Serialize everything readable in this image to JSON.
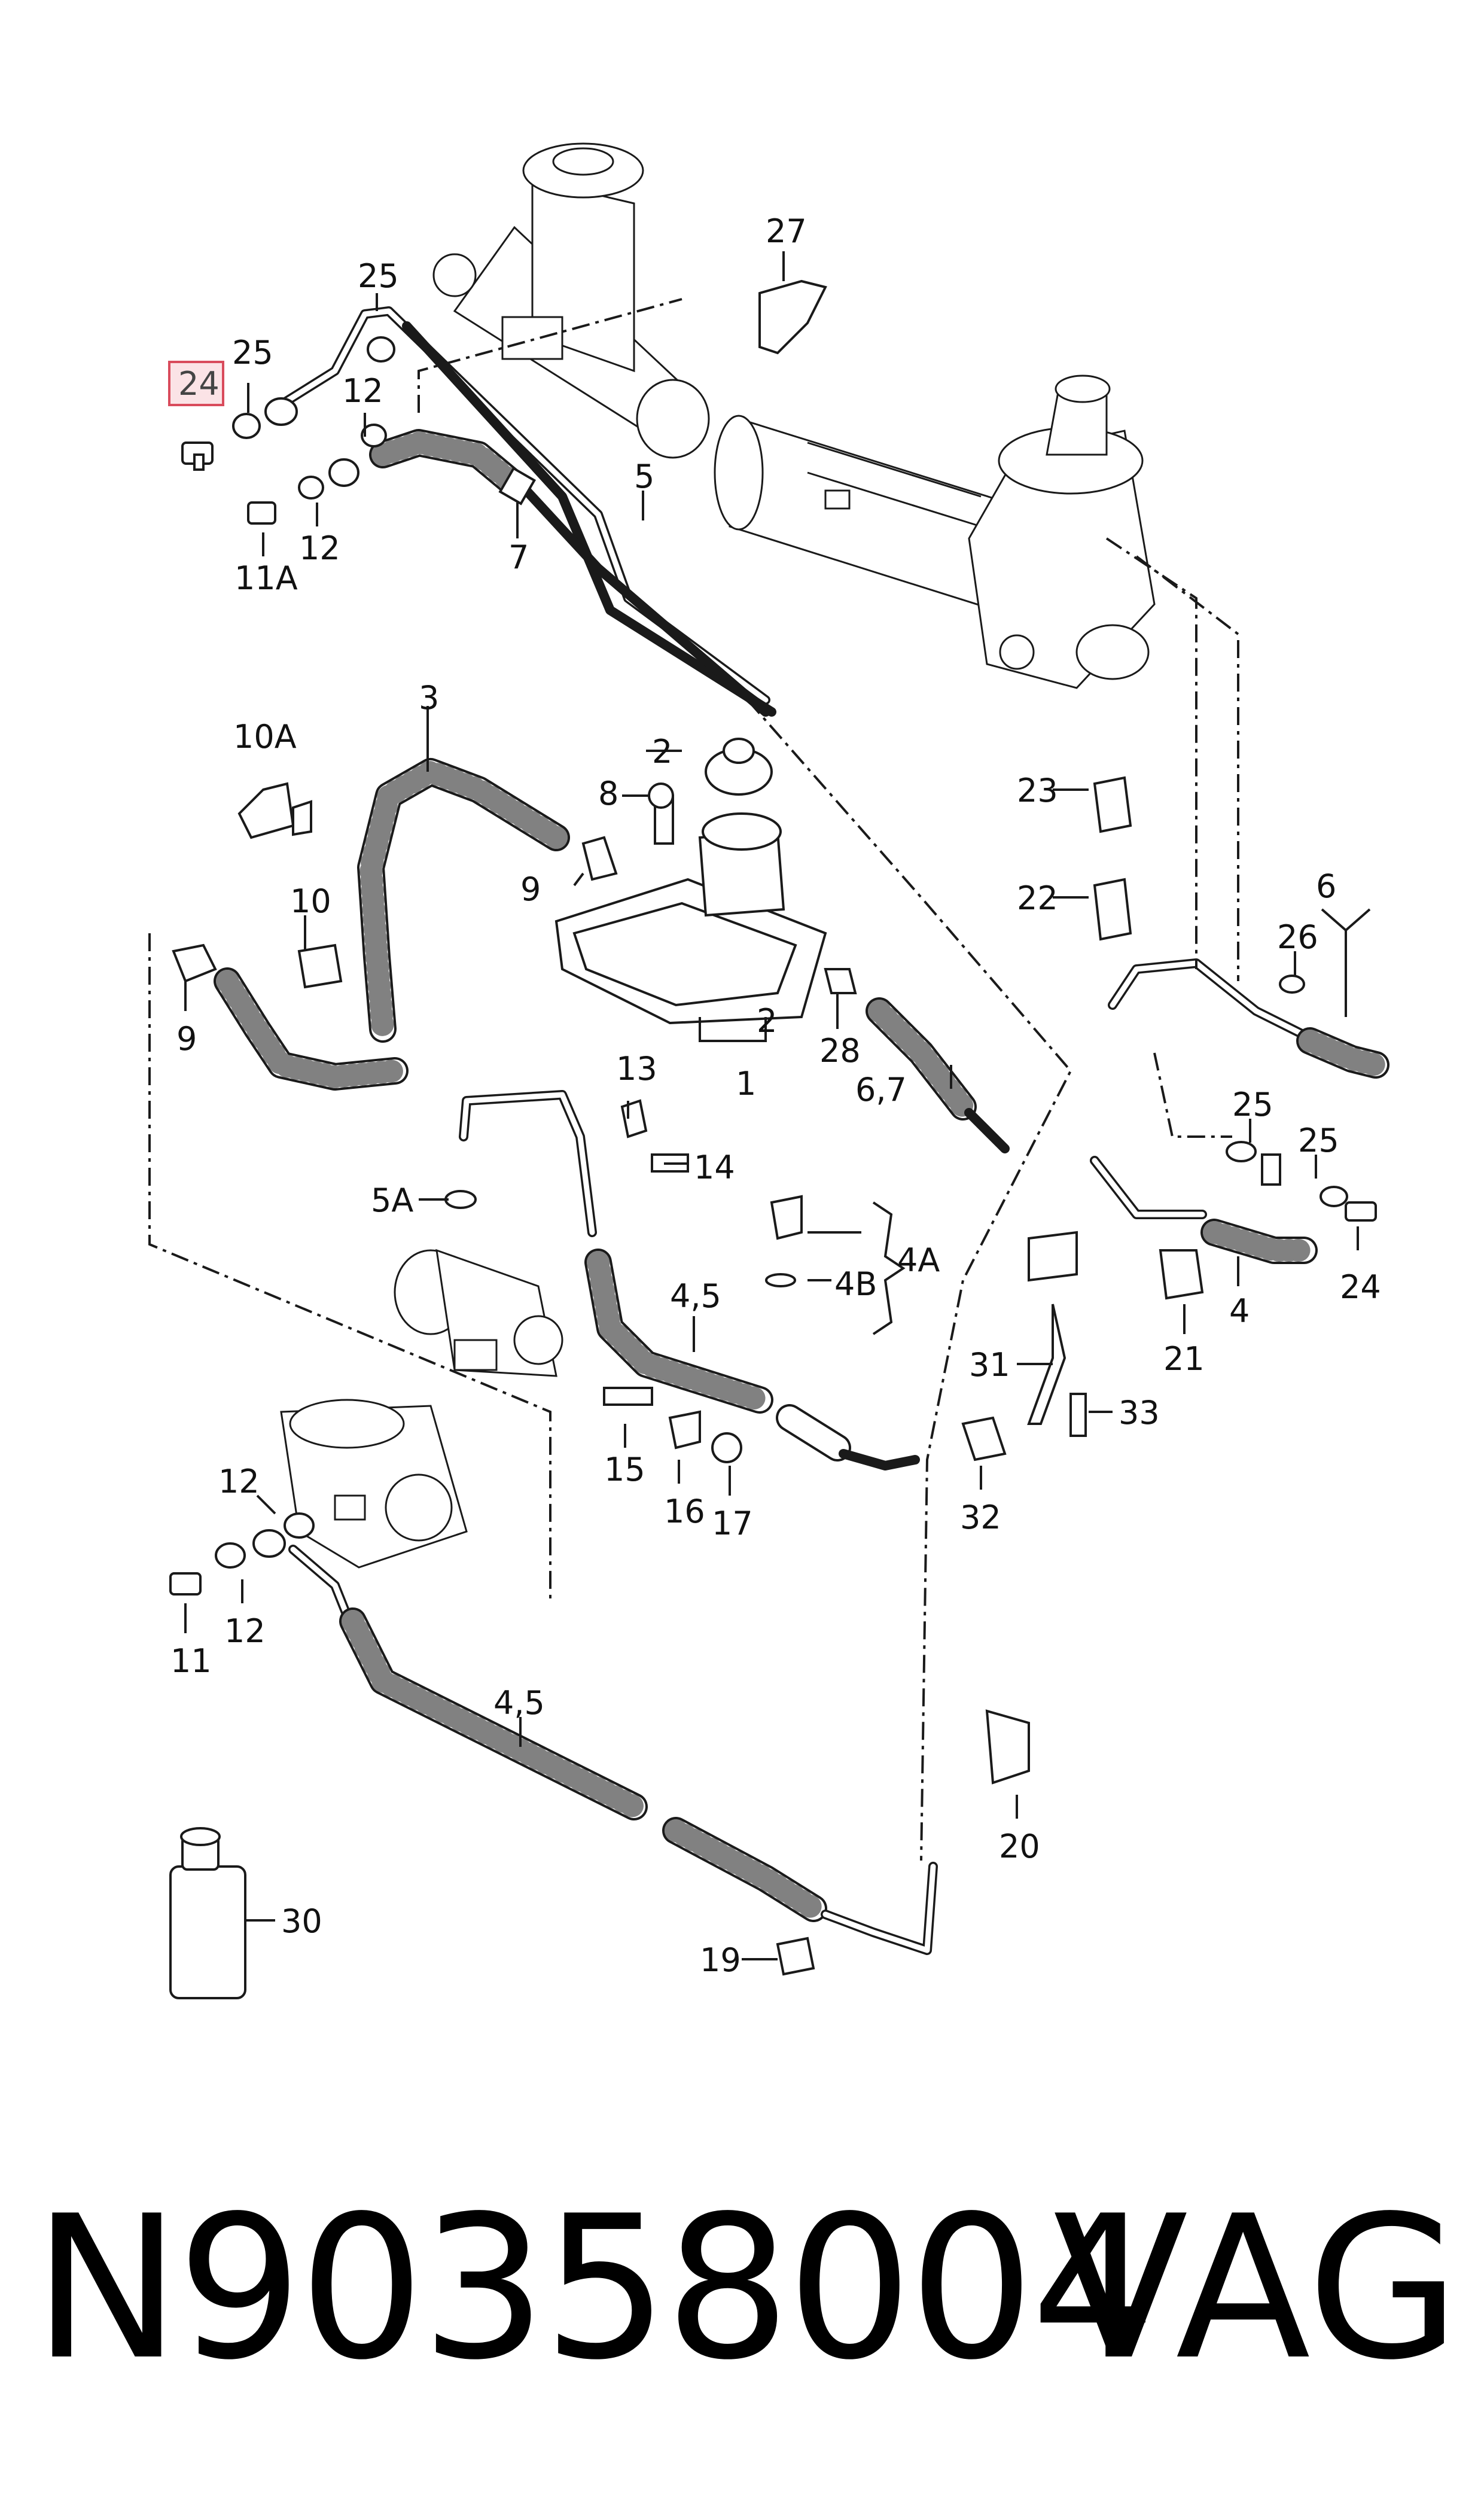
{
  "diagram": {
    "highlighted_callout": "24",
    "callouts": {
      "c24a": "24",
      "c25a": "25",
      "c25b": "25",
      "c12a": "12",
      "c12b": "12",
      "c11A": "11A",
      "c7a": "7",
      "c5": "5",
      "c27": "27",
      "c3": "3",
      "c10A": "10A",
      "c2a": "2",
      "c8": "8",
      "c9a": "9",
      "c10": "10",
      "c9b": "9",
      "c2b": "2",
      "c1": "1",
      "c28": "28",
      "c67a": "6,7",
      "c23": "23",
      "c22": "22",
      "c6": "6",
      "c26": "26",
      "c25c": "25",
      "c25d": "25",
      "c24b": "24",
      "c4a": "4",
      "c21": "21",
      "c13": "13",
      "c14": "14",
      "c5A": "5A",
      "c4A": "4A",
      "c4B": "4B",
      "c45a": "4,5",
      "c15": "15",
      "c16": "16",
      "c17": "17",
      "c31": "31",
      "c33": "33",
      "c32": "32",
      "c12c": "12",
      "c12d": "12",
      "c11": "11",
      "c45b": "4,5",
      "c20": "20",
      "c30": "30",
      "c19": "19"
    }
  },
  "footer": {
    "part_number": "N90358004",
    "brand": "VAG"
  }
}
